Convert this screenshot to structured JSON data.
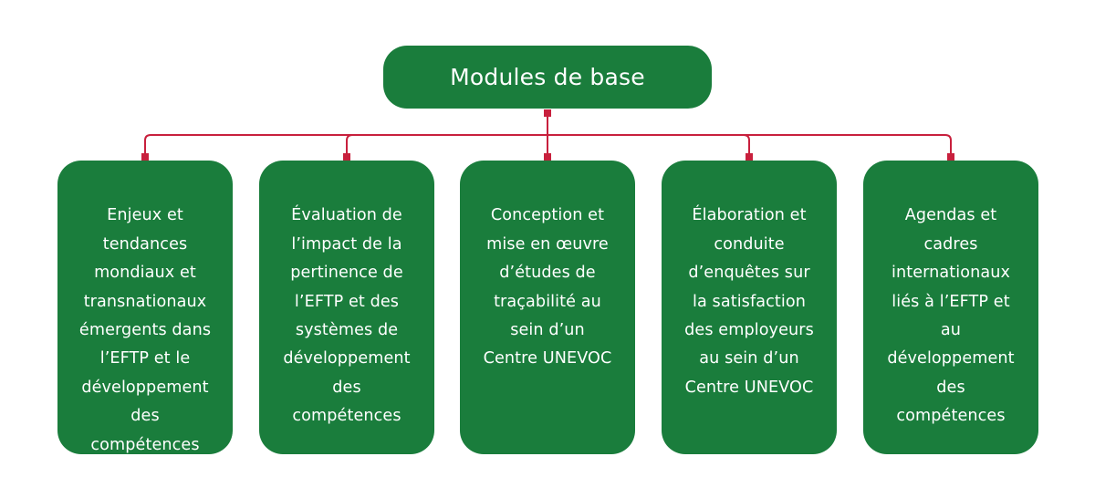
{
  "diagram": {
    "root": {
      "label": "Modules de base"
    },
    "children": [
      {
        "label": "Enjeux et\ntendances\nmondiaux et\ntransnationaux\némergents dans\nl’EFTP et le\ndéveloppement\ndes\ncompétences"
      },
      {
        "label": "Évaluation de\nl’impact de la\npertinence de\nl’EFTP et des\nsystèmes de\ndéveloppement\ndes\ncompétences"
      },
      {
        "label": "Conception et\nmise en œuvre\nd’études de\ntraçabilité au\nsein d’un\nCentre UNEVOC"
      },
      {
        "label": "Élaboration et\nconduite\nd’enquêtes sur\nla satisfaction\ndes employeurs\nau sein d’un\nCentre UNEVOC"
      },
      {
        "label": "Agendas et\ncadres\ninternationaux\nliés à l’EFTP et\nau\ndéveloppement\ndes\ncompétences"
      }
    ]
  },
  "colors": {
    "node_fill": "#1a7d3c",
    "connector": "#c8203d",
    "text": "#ffffff"
  }
}
